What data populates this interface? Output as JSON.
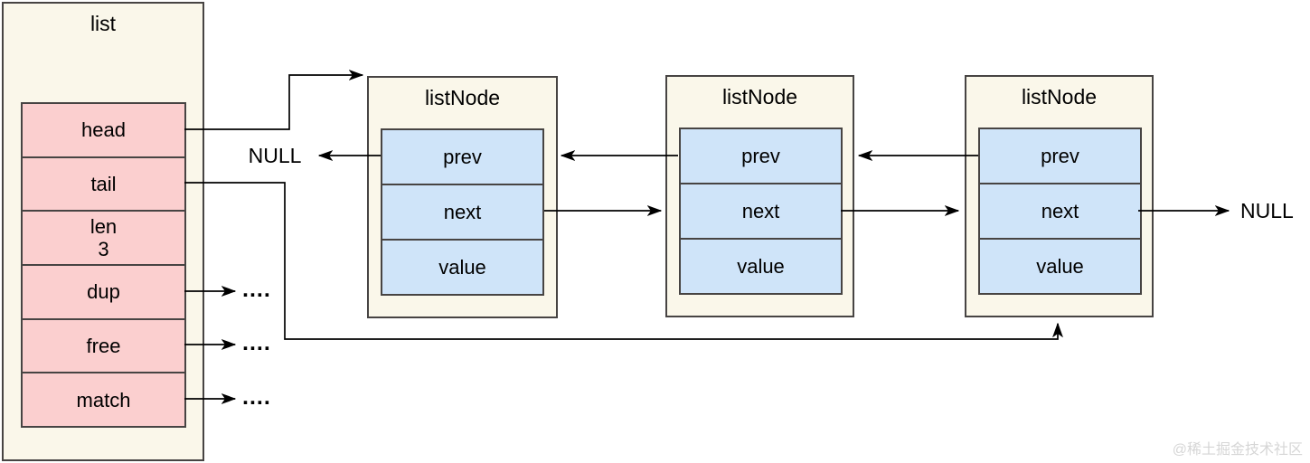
{
  "list_box": {
    "title": "list",
    "rows": [
      {
        "label": "head"
      },
      {
        "label": "tail"
      },
      {
        "label": "len",
        "value": "3"
      },
      {
        "label": "dup"
      },
      {
        "label": "free"
      },
      {
        "label": "match"
      }
    ]
  },
  "nodes": [
    {
      "title": "listNode",
      "rows": [
        {
          "label": "prev"
        },
        {
          "label": "next"
        },
        {
          "label": "value"
        }
      ]
    },
    {
      "title": "listNode",
      "rows": [
        {
          "label": "prev"
        },
        {
          "label": "next"
        },
        {
          "label": "value"
        }
      ]
    },
    {
      "title": "listNode",
      "rows": [
        {
          "label": "prev"
        },
        {
          "label": "next"
        },
        {
          "label": "value"
        }
      ]
    }
  ],
  "labels": {
    "null_head_prev": "NULL",
    "null_tail_next": "NULL",
    "dup_target": "....",
    "free_target": "....",
    "match_target": "...."
  },
  "watermark": "@稀土掘金技术社区",
  "colors": {
    "container_fill": "#FAF7EA",
    "list_row_fill": "#FBCFCF",
    "node_row_fill": "#CFE4F9",
    "border": "#474443",
    "arrow": "#000000",
    "watermark": "#D6D6D6"
  }
}
